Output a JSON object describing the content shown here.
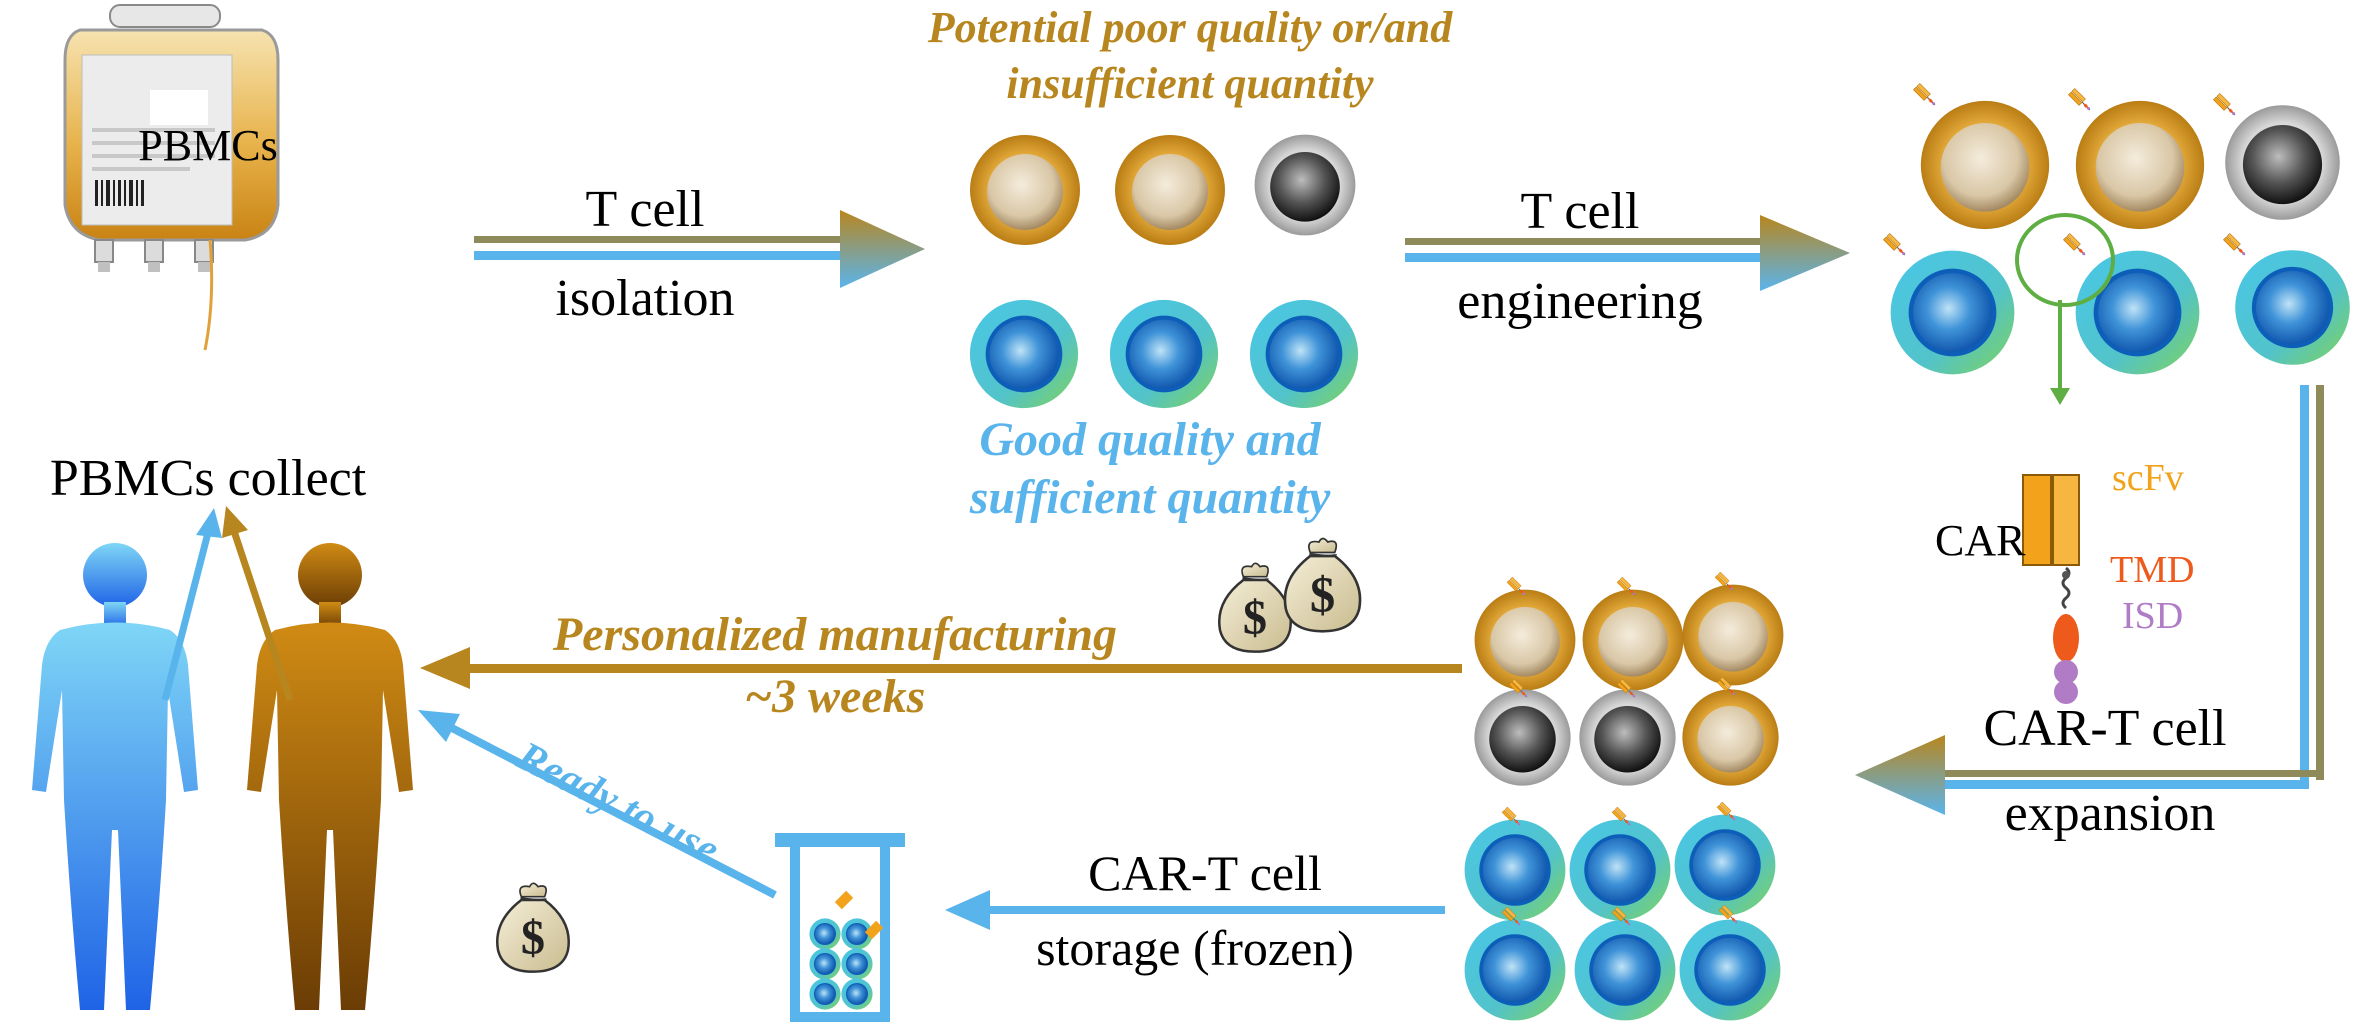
{
  "bag": {
    "label": "PBMCs"
  },
  "collect_label": "PBMCs collect",
  "isolation": {
    "line1": "T cell",
    "line2": "isolation"
  },
  "poor_quality": {
    "line1": "Potential poor quality or/and",
    "line2": "insufficient quantity"
  },
  "good_quality": {
    "line1": "Good quality and",
    "line2": "sufficient quantity"
  },
  "engineering": {
    "line1": "T cell",
    "line2": "engineering"
  },
  "car_legend": {
    "car": "CAR",
    "scfv": "scFv",
    "tmd": "TMD",
    "isd": "ISD"
  },
  "expansion": {
    "line1": "CAR-T cell",
    "line2": "expansion"
  },
  "personalized": {
    "line1": "Personalized manufacturing",
    "line2": "~3 weeks"
  },
  "storage": {
    "line1": "CAR-T cell",
    "line2": "storage (frozen)"
  },
  "ready_label": "Ready to use",
  "colors": {
    "gold": "#b8861e",
    "blue": "#5ab4ec",
    "olive": "#8f8a5a",
    "scfv": "#f2a31b",
    "tmd": "#ee5a1c",
    "isd": "#b07cc6",
    "good_text": "#5ab4ec",
    "poor_text": "#b8861e"
  },
  "icons": [
    "blood-bag-icon",
    "money-bag-icon",
    "human-silhouette-icon",
    "t-cell-icon",
    "storage-tube-icon"
  ]
}
